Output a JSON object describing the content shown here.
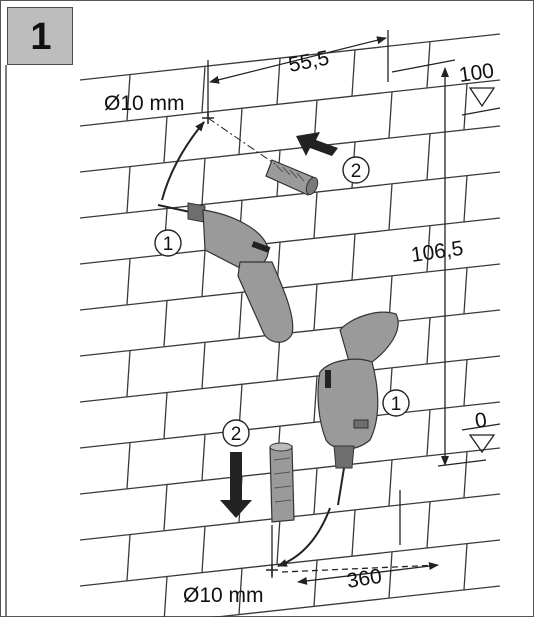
{
  "step_number": "1",
  "dimensions": {
    "horizontal_top": "55,5",
    "vertical": "106,5",
    "horizontal_bottom": "360",
    "level_top": "100",
    "level_bottom": "0"
  },
  "hole_diameter_top": "Ø10 mm",
  "hole_diameter_bottom": "Ø10 mm",
  "callouts": {
    "drill_upper": "1",
    "drill_lower": "1",
    "dowel_upper": "2",
    "dowel_lower": "2"
  },
  "colors": {
    "line": "#222222",
    "wall_line": "#3a3a3a",
    "tool": "#9a9a9a",
    "tool_dark": "#6e6e6e",
    "step_bg": "#bdbdbd"
  }
}
